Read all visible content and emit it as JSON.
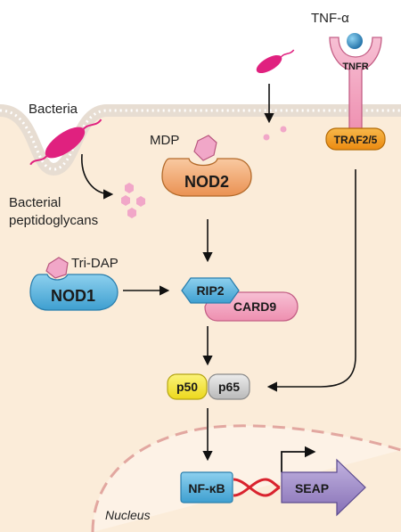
{
  "labels": {
    "tnf_alpha": "TNF-α",
    "tnfr": "TNFR",
    "traf": "TRAF2/5",
    "bacteria": "Bacteria",
    "peptidoglycans_line1": "Bacterial",
    "peptidoglycans_line2": "peptidoglycans",
    "mdp": "MDP",
    "nod2": "NOD2",
    "tri_dap": "Tri-DAP",
    "nod1": "NOD1",
    "rip2": "RIP2",
    "card9": "CARD9",
    "p50": "p50",
    "p65": "p65",
    "nfkb": "NF-κB",
    "seap": "SEAP",
    "nucleus": "Nucleus"
  },
  "colors": {
    "cytoplasm": "#fbecd9",
    "membrane": "#e6dccf",
    "bacteria": "#e0217f",
    "ligand": "#f1a7c8",
    "nod_blue": "#5cb5de",
    "nod2_orange": "#f0a466",
    "card9_pink": "#f3a1c2",
    "p50_yellow": "#f6ea3a",
    "p65_grey": "#cfcfcf",
    "seap_purple": "#9b86c3",
    "tnfr_pink": "#f2a3bd",
    "traf_orange": "#f29a1c",
    "nucleus_border": "#e2a7a0"
  }
}
